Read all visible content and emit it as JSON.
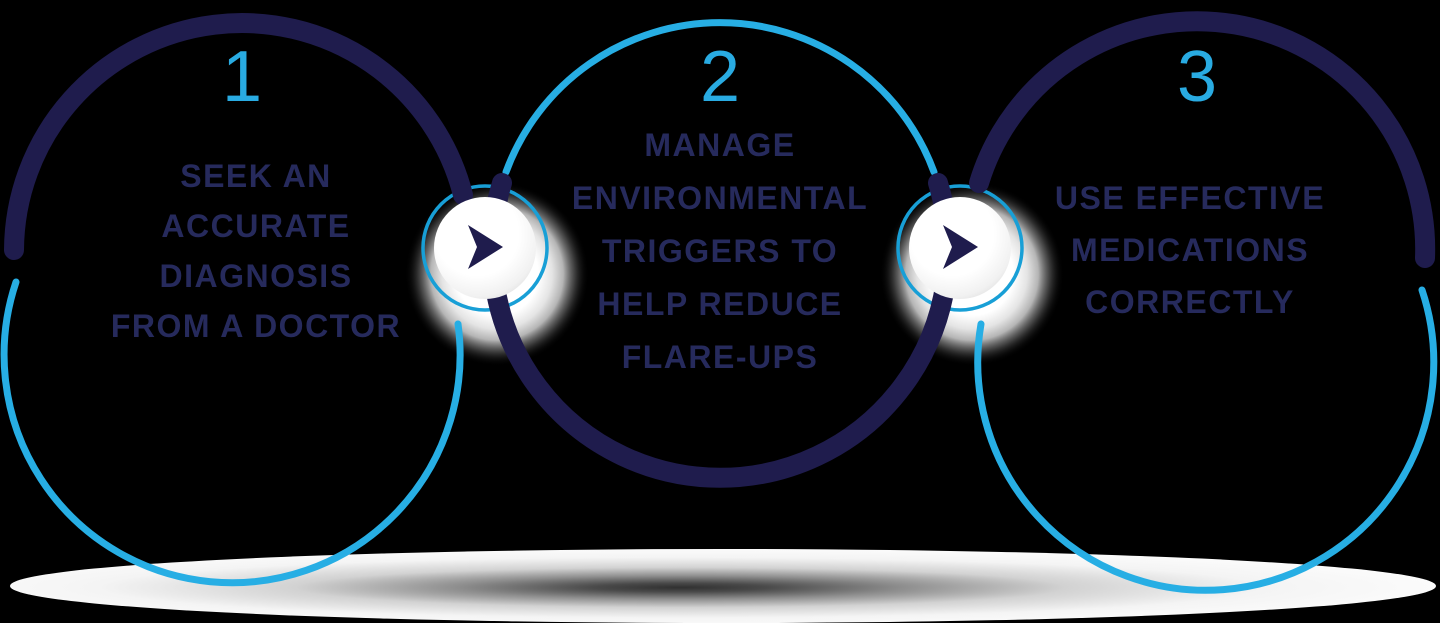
{
  "diagram": {
    "background": "#000000",
    "colors": {
      "navy": "#1f1c4d",
      "cyan": "#27aee4",
      "ring_cyan": "#189fd6",
      "number_cyan": "#29abe2",
      "text_navy": "#262a5c",
      "disc_white": "#ffffff"
    },
    "steps": [
      {
        "number": "1",
        "caption": "SEEK AN\nACCURATE\nDIAGNOSIS\nFROM A DOCTOR"
      },
      {
        "number": "2",
        "caption": "MANAGE\nENVIRONMENTAL\nTRIGGERS TO\nHELP REDUCE\nFLARE-UPS"
      },
      {
        "number": "3",
        "caption": "USE EFFECTIVE\nMEDICATIONS\nCORRECTLY"
      }
    ],
    "connectors": [
      {
        "icon": "arrow-right-icon"
      },
      {
        "icon": "arrow-right-icon"
      }
    ]
  }
}
